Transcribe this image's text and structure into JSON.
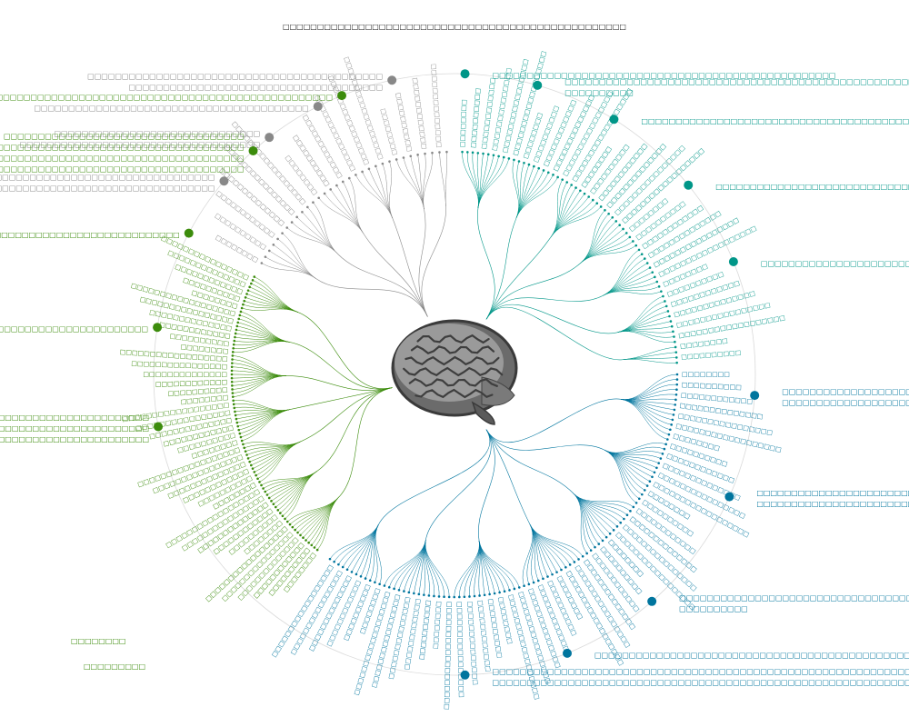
{
  "title": "□□□□□□□□□□□□□□□□□□□□□□□□□□□□□□□□□□□□□□□□□□□□□□□□□□",
  "center_icon": "brain-icon",
  "ring_color": "#d9d9d9",
  "groups": [
    {
      "id": "gray",
      "color": "#888888",
      "leaf_count": 32,
      "categories": [
        [
          "□□□□□□□□□□□□□□□□□□□□□□□□□□□□□□□□□□□□□□□□□□□",
          "□□□□□□□□□□□□□□□□□□□□□□□□□□□□□□□□□□□□□"
        ],
        [
          "□□□□□□□□□□□□□□□□□□□□□□□□□□□□□□□□□□□□□□□□"
        ],
        [
          "□□□□□□□□□□□□□□□□□□□□□□□□□□□□□□",
          "□□□□□□□□□□□□□□□□□□□□□□□□□□□□□□□□□□□"
        ],
        [
          "□□□□□□□□□□□□□□□□□□□□□□□□□□□□□□□□□□□□□",
          "□□□□□□□□□□□□□□□□□□□□□□□□□□□□□□□□□□□□□□□□□□□□□□"
        ]
      ]
    },
    {
      "id": "teal",
      "color": "#009688",
      "leaf_count": 64,
      "categories": [
        [
          "□□□□□□□□□□□□□□□□□□□□□□□□□□□□□□□□□□□□□□□□□□□□□□□□□□"
        ],
        [
          "□□□□□□□□□□□□□□□□□□□□□□□□□□□□□□□□□□□□□□□□□□□□□□□□□□□□□□□□□",
          "□□□□□□□□□□"
        ],
        [
          "□□□□□□□□□□□□□□□□□□□□□□□□□□□□□□□□□□□□□□□□□□□□□□□□□□□□□□□□□□□□□□"
        ],
        [
          "□□□□□□□□□□□□□□□□□□□□□□□□□□□□□□□□□□□□□□□□□□□□□□□□□□□□□□□□□□□□□□□□□□□□□□□□□□□"
        ],
        [
          "□□□□□□□□□□□□□□□□□□□□□□□□□□□□□□□□□□□□□□□□□□□□□□□□□□□□□□□□□□"
        ]
      ]
    },
    {
      "id": "blue",
      "color": "#00759e",
      "leaf_count": 96,
      "categories": [
        [
          "□□□□□□□□□□□□□□□□□□□□□□□□□□□□□□□□□□□□□□□□□□□□□□□□",
          "□□□□□□□□□□□□□□□□□□□□□□□□□□□□□□"
        ],
        [
          "□□□□□□□□□□□□□□□□□□□□□□□□□□□□□□□□□□□□□□□□□□□□□□□□□□□□□□□□□□□□□□□□□□□□□□",
          "□□□□□□□□□□□□□□□□□□□□□□□□□□□□□□□□□□"
        ],
        [
          "□□□□□□□□□□□□□□□□□□□□□□□□□□□□□□□□□□□□□□□□□□□□□□□□□□□□",
          "□□□□□□□□□□"
        ],
        [
          "□□□□□□□□□□□□□□□□□□□□□□□□□□□□□□□□□□□□□□□□□□□□□□□□□□□□□□□□□□□□□□□□□□□□□□□"
        ],
        [
          "□□□□□□□□□□□□□□□□□□□□□□□□□□□□□□□□□□□□□□□□□□□□□□□□□□□□□□□□□□□□□□□□□□□□□□□□□□□□□□□",
          "□□□□□□□□□□□□□□□□□□□□□□□□□□□□□□□□□□□□□□□□□□□□□□□□□□□□□□□□□□□□□□□□□□□□□"
        ]
      ]
    },
    {
      "id": "green",
      "color": "#3c8c0c",
      "leaf_count": 82,
      "categories": [
        [
          "□□□□□□□□□□□□□□□□□□□□□□□□□□□□□□□□□□□□□□□□□□□□□□□□□□□□□□□□□□□",
          "□□□□□□□□□□□□□□□□□□□□□□□□□□□□□□□□□□□□□□□□□□□□□□□□□□□□□□□□□",
          "□□□□□□□□□□□□□□□□□□□□□□□□□□□□□□□□"
        ],
        [
          "□□□□□□□□□□□□□□□□□□□□□□□□□□□□"
        ],
        [
          "□□□□□□□□□□□□□□□□□□□□□□□□□□□□□□□□□□□□□□□□□□□□□□□□□□□□□□□□□□"
        ],
        [
          "□□□□□□□□□□□□□□□□□□□□□□□□□□□□□□□□□□□",
          "□□□□□□□□□□□□□□□□□□□□□□□□□□□□□□□□□□□□□□□□□□□□□",
          "□□□□□□□□□□□□□□□□□□□□□□□□□□□□□□□□□□□□□□□□□□□□□□",
          "□□□□□□□□□□□□□□□□□□□□□□□□□□□□□□□□□□□□□"
        ],
        [
          "□□□□□□□□□□□□□□□□□□□□□□□□□□□□□□□□□□□□□□□□□□□□□□□□□□□□□□□□□□"
        ]
      ],
      "extra_labels": [
        "□□□□□□□□",
        "□□□□□□□□□"
      ]
    }
  ]
}
